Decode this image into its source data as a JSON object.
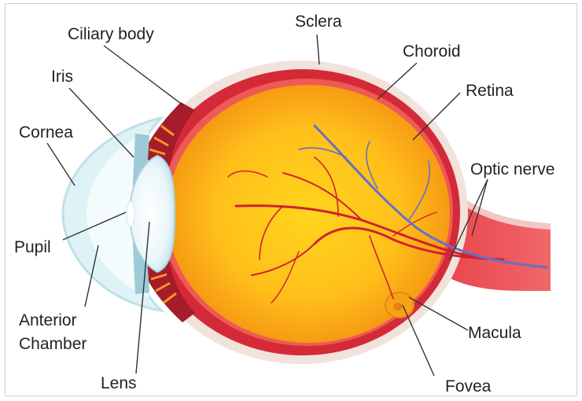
{
  "diagram": {
    "labels": {
      "sclera": "Sclera",
      "ciliary_body": "Ciliary body",
      "choroid": "Choroid",
      "iris": "Iris",
      "retina": "Retina",
      "cornea": "Cornea",
      "optic_nerve": "Optic nerve",
      "pupil": "Pupil",
      "anterior_chamber_line1": "Anterior",
      "anterior_chamber_line2": "Chamber",
      "macula": "Macula",
      "lens": "Lens",
      "fovea": "Fovea"
    },
    "colors": {
      "sclera": "#f1dfd8",
      "choroid": "#d72b3a",
      "vitreous_center": "#ffd21a",
      "vitreous_edge": "#f59a12",
      "cornea": "#d8f0f4",
      "lens": "#eef8fb",
      "vessel_red": "#d2222e",
      "vessel_blue": "#6b6fc4",
      "optic_nerve": "#e24a4e"
    }
  }
}
